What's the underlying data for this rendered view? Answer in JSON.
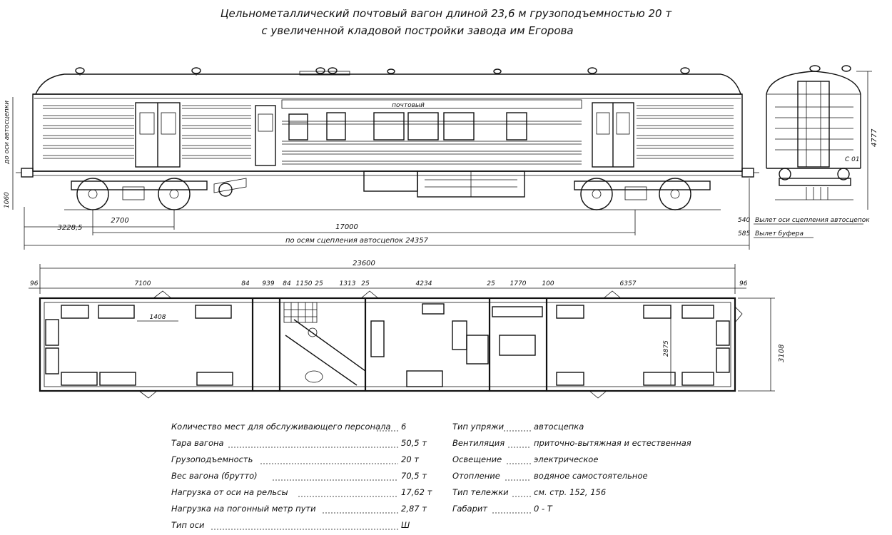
{
  "title": {
    "line1": "Цельнометаллический почтовый вагон длиной 23,6 м грузоподъемностью 20 т",
    "line2": "с увеличенной кладовой постройки завода им Егорова"
  },
  "side_view": {
    "mail_sign": "почтовый",
    "left_label_top": "до оси автосцепки",
    "left_label_bottom": "1060",
    "dim_3228": "3228,5",
    "dim_2700": "2700",
    "dim_17000": "17000",
    "dim_24357": "по осям сцепления автосцепок 24357",
    "note_540": "540",
    "note_540_text": "Вылет оси сцепления автосцепок",
    "note_585": "585",
    "note_585_text": "Вылет буфера"
  },
  "end_view": {
    "height_dim": "4777",
    "car_mark": "С 01"
  },
  "plan": {
    "overall": "23600",
    "width_dim": "3108",
    "inner_width_dim": "2875",
    "seat_dim": "1408",
    "segments": [
      "96",
      "7100",
      "84",
      "939",
      "84",
      "1150",
      "25",
      "1313",
      "25",
      "4234",
      "25",
      "1770",
      "100",
      "6357",
      "96"
    ]
  },
  "specs_left": [
    {
      "label": "Количество мест для обслуживающего персонала",
      "value": "6"
    },
    {
      "label": "Тара вагона",
      "value": "50,5 т"
    },
    {
      "label": "Грузоподъемность",
      "value": "20 т"
    },
    {
      "label": "Вес вагона (брутто)",
      "value": "70,5 т"
    },
    {
      "label": "Нагрузка от оси на рельсы",
      "value": "17,62 т"
    },
    {
      "label": "Нагрузка на погонный метр пути",
      "value": "2,87 т"
    },
    {
      "label": "Тип оси",
      "value": "Ш"
    }
  ],
  "specs_right": [
    {
      "label": "Тип упряжи",
      "value": "автосцепка"
    },
    {
      "label": "Вентиляция",
      "value": "приточно-вытяжная и естественная"
    },
    {
      "label": "Освещение",
      "value": "электрическое"
    },
    {
      "label": "Отопление",
      "value": "водяное самостоятельное"
    },
    {
      "label": "Тип тележки",
      "value": "см. стр. 152, 156"
    },
    {
      "label": "Габарит",
      "value": "0 - Т"
    }
  ]
}
